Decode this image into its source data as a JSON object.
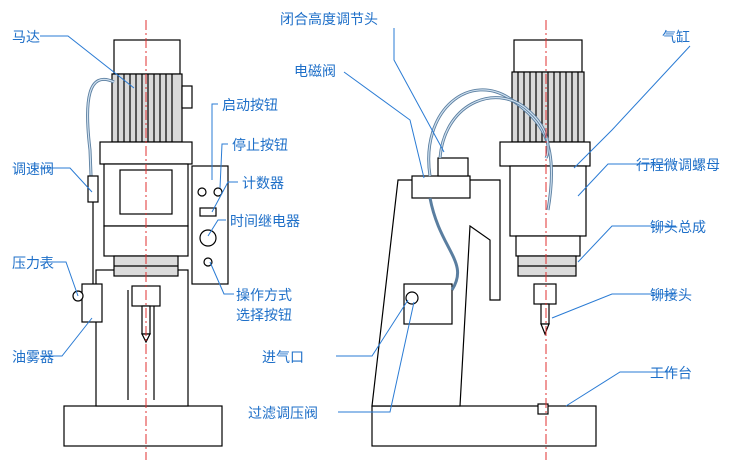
{
  "labels": {
    "motor": "马达",
    "speed_valve": "调速阀",
    "pressure_gauge": "压力表",
    "oil_mister": "油雾器",
    "start_button": "启动按钮",
    "stop_button": "停止按钮",
    "counter": "计数器",
    "time_relay": "时间继电器",
    "mode_select_line1": "操作方式",
    "mode_select_line2": "选择按钮",
    "closing_height_adjuster": "闭合高度调节头",
    "solenoid_valve": "电磁阀",
    "air_inlet": "进气口",
    "filter_regulator": "过滤调压阀",
    "cylinder": "气缸",
    "stroke_fine_nut": "行程微调螺母",
    "riveting_head_assembly": "铆头总成",
    "rivet_tip": "铆接头",
    "worktable": "工作台"
  },
  "colors": {
    "label": "#1e6fc8",
    "leader": "#2a7bd4",
    "outline": "#000000",
    "centerline": "#e03030",
    "hose": "#9fb8cf"
  }
}
